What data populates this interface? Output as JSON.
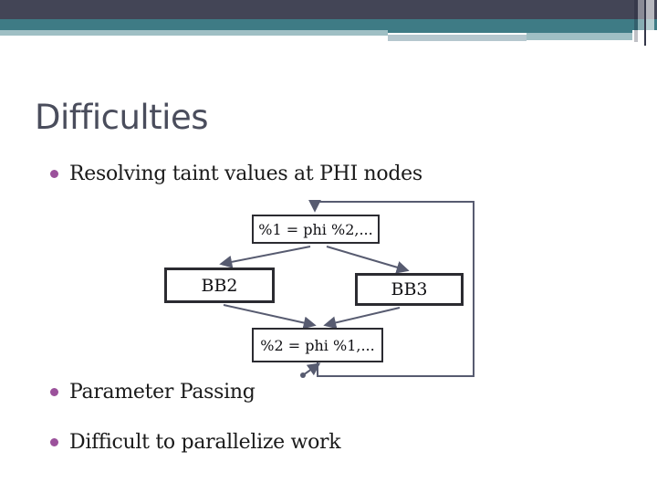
{
  "slide": {
    "title": "Difficulties",
    "bullets": [
      "Resolving taint values at PHI nodes",
      "Parameter Passing",
      "Difficult to parallelize work"
    ]
  },
  "diagram": {
    "nodes": [
      {
        "id": "phi-top",
        "label": "%1 = phi %2,..."
      },
      {
        "id": "bb2",
        "label": "BB2"
      },
      {
        "id": "bb3",
        "label": "BB3"
      },
      {
        "id": "phi-bottom",
        "label": "%2 = phi %1,..."
      }
    ],
    "edges": [
      {
        "from": "phi-top",
        "to": "bb2"
      },
      {
        "from": "phi-top",
        "to": "bb3"
      },
      {
        "from": "bb2",
        "to": "phi-bottom"
      },
      {
        "from": "bb3",
        "to": "phi-bottom"
      },
      {
        "from": "phi-bottom",
        "to": "phi-top",
        "kind": "loop-back"
      },
      {
        "from": "external",
        "to": "phi-bottom",
        "kind": "entry"
      }
    ]
  },
  "colors": {
    "bar_dark": "#434556",
    "bar_teal": "#3E7B85",
    "bar_light_teal": "#9FBFC4",
    "bar_pale": "#B5C7CE",
    "title_text": "#4A4D5C",
    "body_text": "#1A1A1A",
    "bullet_dot": "#9B519B",
    "edge_line": "#575B70",
    "node_border": "#2B2B31"
  }
}
